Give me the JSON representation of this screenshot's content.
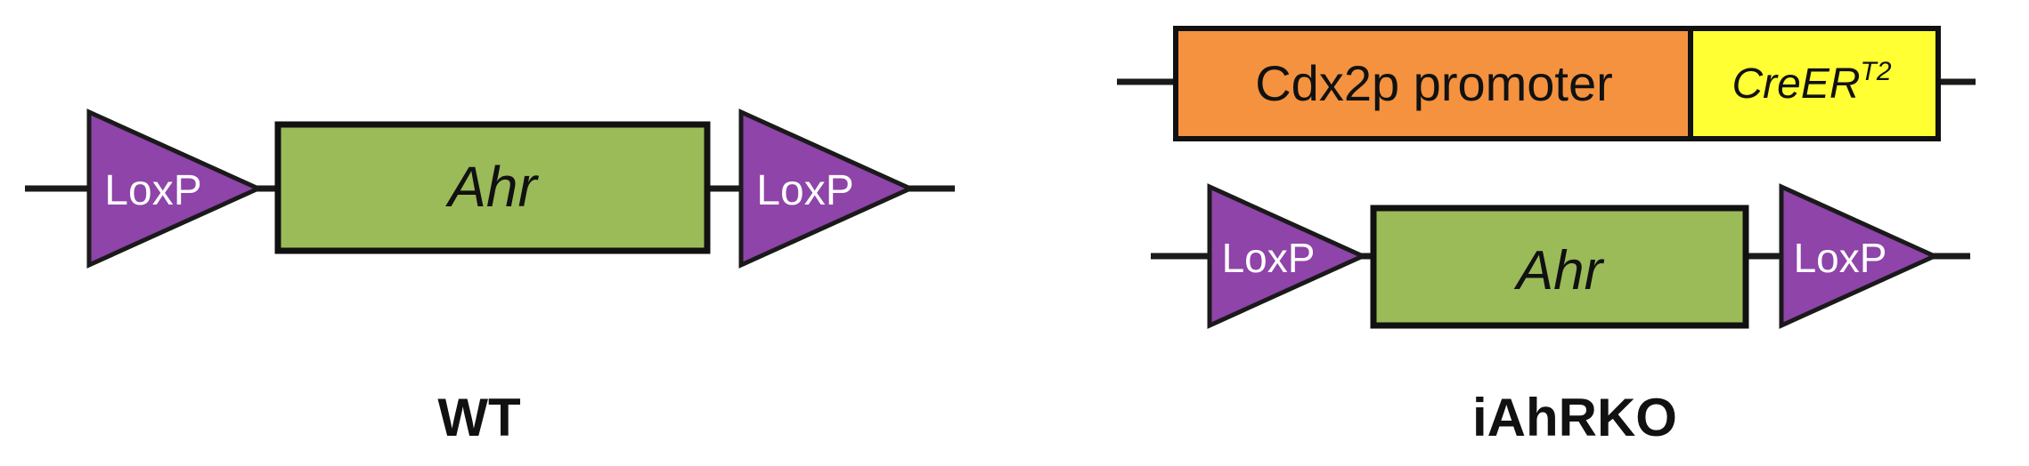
{
  "colors": {
    "line": "#1a1a1a",
    "loxp_fill": "#8e44a8",
    "loxp_text": "#ffffff",
    "gene_fill": "#9bbb59",
    "promoter_fill": "#f4923f",
    "cre_fill": "#ffff33",
    "outline": "#111111"
  },
  "wt": {
    "caption": "WT",
    "loxp_left_label": "LoxP",
    "gene_label": "Ahr",
    "loxp_right_label": "LoxP"
  },
  "iahrko": {
    "caption": "iAhRKO",
    "promoter_label": "Cdx2p promoter",
    "cre_label": "CreER",
    "cre_superscript": "T2",
    "loxp_left_label": "LoxP",
    "gene_label": "Ahr",
    "loxp_right_label": "LoxP"
  }
}
